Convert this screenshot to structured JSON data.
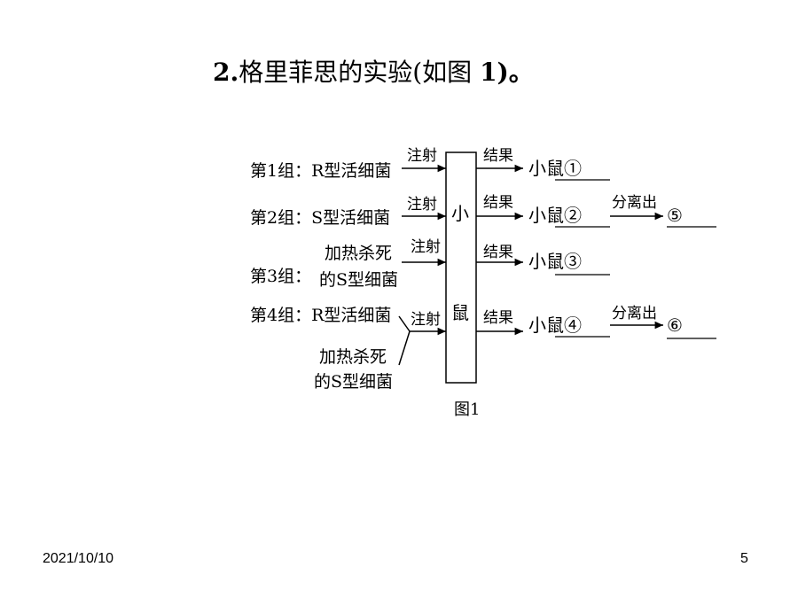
{
  "title": {
    "number": "2.",
    "text": "格里菲思的实验(如图 ",
    "figure_ref": "1",
    "closing": ")。"
  },
  "groups": [
    {
      "label": "第1组：R型活细菌",
      "inject": "注射",
      "result": "结果",
      "mouse": "小鼠①"
    },
    {
      "label": "第2组：S型活细菌",
      "inject": "注射",
      "result": "结果",
      "mouse": "小鼠②",
      "separate": "分离出",
      "product": "⑤"
    },
    {
      "label_line1": "加热杀死",
      "label_line2": "的S型细菌",
      "label_prefix": "第3组：",
      "inject": "注射",
      "result": "结果",
      "mouse": "小鼠③"
    },
    {
      "label": "第4组：R型活细菌",
      "label_extra_line1": "加热杀死",
      "label_extra_line2": "的S型细菌",
      "inject": "注射",
      "result": "结果",
      "mouse": "小鼠④",
      "separate": "分离出",
      "product": "⑥"
    }
  ],
  "mouse_box": {
    "char1": "小",
    "char2": "鼠"
  },
  "caption": "图1",
  "footer": {
    "date": "2021/10/10",
    "page": "5"
  }
}
